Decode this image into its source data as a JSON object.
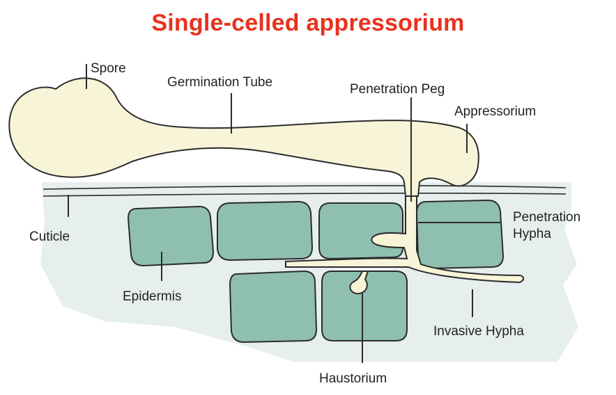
{
  "title": "Single-celled appressorium",
  "labels": {
    "spore": "Spore",
    "germination_tube": "Germination Tube",
    "penetration_peg": "Penetration Peg",
    "appressorium": "Appressorium",
    "cuticle": "Cuticle",
    "penetration_hypha_line1": "Penetration",
    "penetration_hypha_line2": "Hypha",
    "epidermis": "Epidermis",
    "invasive_hypha": "Invasive Hypha",
    "haustorium": "Haustorium"
  },
  "colors": {
    "title": "#e8321e",
    "fungus_fill": "#f7f4d8",
    "cell_fill": "#8fbfb0",
    "tissue_bg": "#e6eeee",
    "outline": "#2b2b2b"
  }
}
